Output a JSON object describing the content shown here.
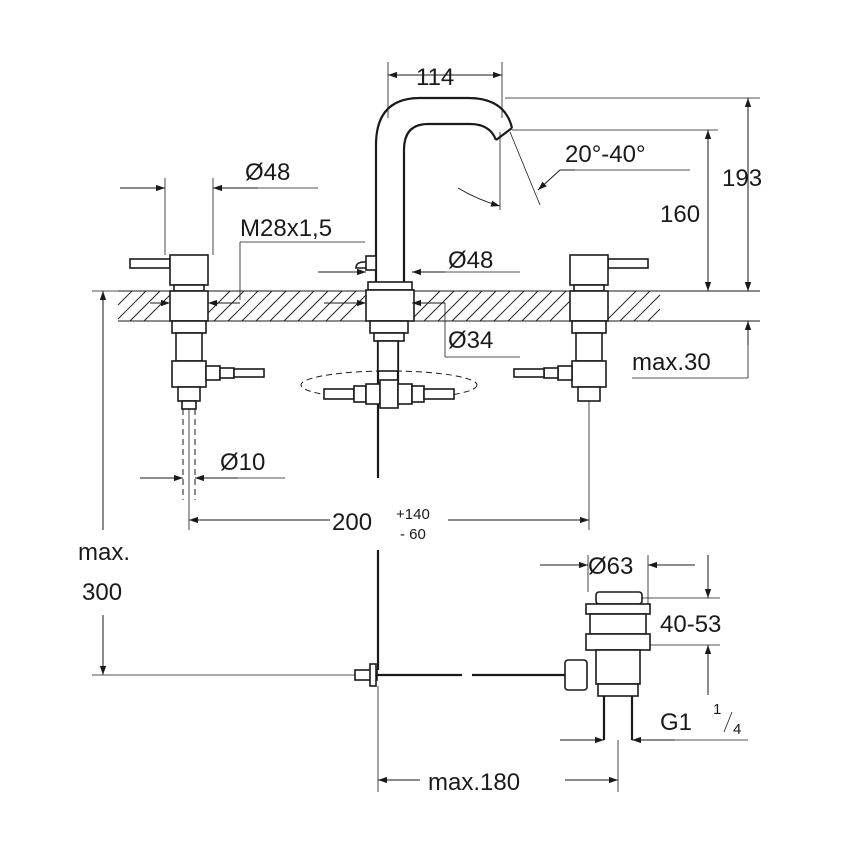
{
  "dimensions": {
    "spout_reach": "114",
    "angle": "20°-40°",
    "height_total": "193",
    "height_spout": "160",
    "handle_diameter": "Ø48",
    "thread": "M28x1,5",
    "spout_base_diameter": "Ø48",
    "hole_diameter": "Ø34",
    "deck_thickness": "max.30",
    "supply_diameter": "Ø10",
    "spread": "200",
    "spread_plus": "+140",
    "spread_minus": "- 60",
    "below_deck": "max.",
    "below_deck_value": "300",
    "drain_diameter": "Ø63",
    "drain_height": "40-53",
    "drain_thread": "G1",
    "drain_thread_fraction_num": "1",
    "drain_thread_fraction_den": "4",
    "rod_length": "max.180"
  },
  "colors": {
    "line": "#1a1a1a",
    "background": "#ffffff"
  }
}
